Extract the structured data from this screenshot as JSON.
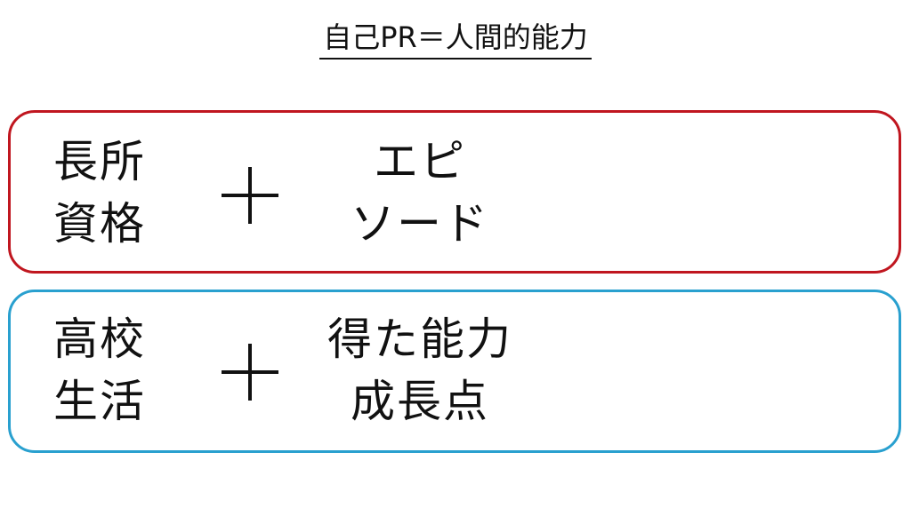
{
  "title": "自己PR＝人間的能力",
  "rows": [
    {
      "left_lines": [
        "長所",
        "資格"
      ],
      "operator": "+",
      "right_lines": [
        "エピ",
        "ソード"
      ],
      "border_color": "#c0161f"
    },
    {
      "left_lines": [
        "高校",
        "生活"
      ],
      "operator": "+",
      "right_lines": [
        "得た能力",
        "成長点"
      ],
      "border_color": "#29a0cf"
    }
  ]
}
